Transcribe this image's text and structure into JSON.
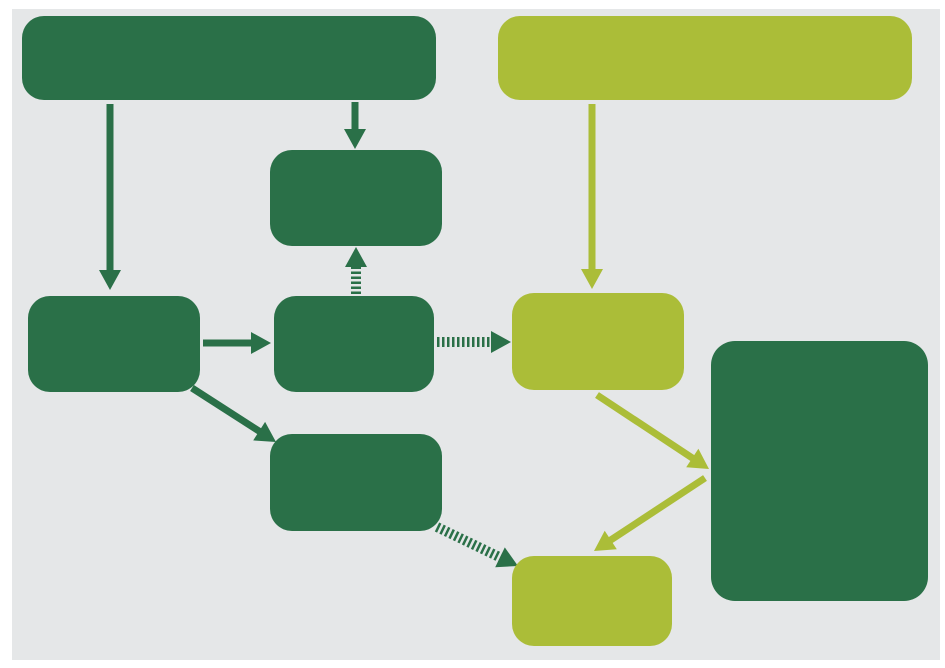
{
  "colors": {
    "background": "#e5e7e8",
    "frame": "#ffffff",
    "dark_green": "#2a7048",
    "light_green": "#abbd38"
  },
  "nodes": [
    {
      "id": "top-left-banner",
      "color": "dark_green",
      "text": ""
    },
    {
      "id": "top-right-banner",
      "color": "light_green",
      "text": ""
    },
    {
      "id": "upper-middle-box",
      "color": "dark_green",
      "text": ""
    },
    {
      "id": "left-box",
      "color": "dark_green",
      "text": ""
    },
    {
      "id": "center-box",
      "color": "dark_green",
      "text": ""
    },
    {
      "id": "right-middle-box",
      "color": "light_green",
      "text": ""
    },
    {
      "id": "lower-middle-box",
      "color": "dark_green",
      "text": ""
    },
    {
      "id": "bottom-box",
      "color": "light_green",
      "text": ""
    },
    {
      "id": "tall-right-box",
      "color": "dark_green",
      "text": ""
    }
  ],
  "edges": [
    {
      "id": "banner-to-left-box",
      "from": "top-left-banner",
      "to": "left-box",
      "style": "solid",
      "color": "dark_green"
    },
    {
      "id": "banner-to-upper-middle",
      "from": "top-left-banner",
      "to": "upper-middle-box",
      "style": "solid",
      "color": "dark_green"
    },
    {
      "id": "center-to-upper-middle",
      "from": "center-box",
      "to": "upper-middle-box",
      "style": "dashed",
      "color": "dark_green"
    },
    {
      "id": "left-to-center",
      "from": "left-box",
      "to": "center-box",
      "style": "solid",
      "color": "dark_green"
    },
    {
      "id": "left-to-lower-middle",
      "from": "left-box",
      "to": "lower-middle-box",
      "style": "solid",
      "color": "dark_green"
    },
    {
      "id": "center-to-right-middle",
      "from": "center-box",
      "to": "right-middle-box",
      "style": "dashed",
      "color": "dark_green"
    },
    {
      "id": "lower-middle-to-bottom",
      "from": "lower-middle-box",
      "to": "bottom-box",
      "style": "dashed",
      "color": "dark_green"
    },
    {
      "id": "right-banner-to-right-middle",
      "from": "top-right-banner",
      "to": "right-middle-box",
      "style": "solid",
      "color": "light_green"
    },
    {
      "id": "right-middle-to-tall-right",
      "from": "right-middle-box",
      "to": "tall-right-box",
      "style": "solid",
      "color": "light_green"
    },
    {
      "id": "tall-right-to-bottom",
      "from": "tall-right-box",
      "to": "bottom-box",
      "style": "solid",
      "color": "light_green"
    }
  ]
}
